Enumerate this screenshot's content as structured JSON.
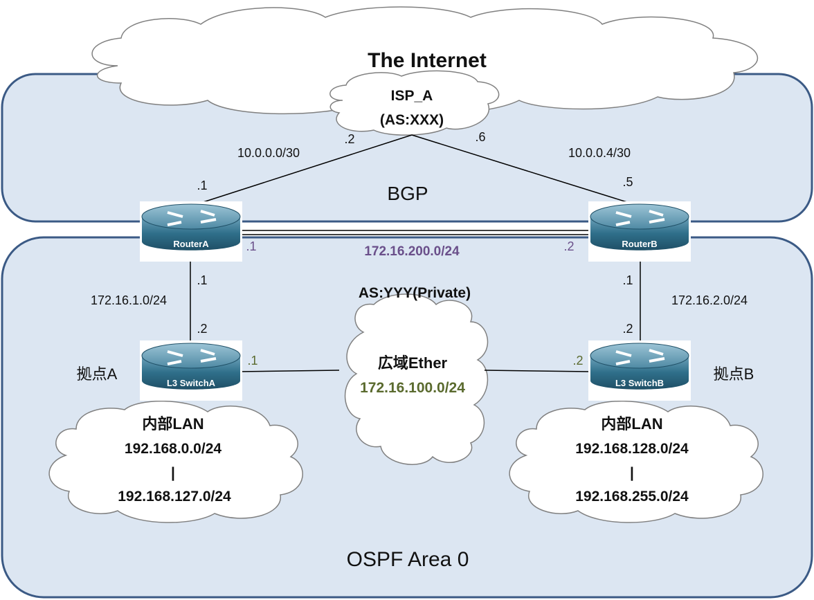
{
  "colors": {
    "region_fill": "#dce6f2",
    "region_stroke": "#3b5a85",
    "wan_backbone_text": "#6a4f8a",
    "ether_text": "#5a6a2e",
    "device_body": "#2f6f8a",
    "cloud_fill": "#ffffff",
    "cloud_stroke": "#808080"
  },
  "regions": {
    "bgp": "BGP",
    "ospf": "OSPF Area 0"
  },
  "clouds": {
    "internet": {
      "title": "The Internet",
      "icon": "cloud-icon"
    },
    "isp": {
      "line1": "ISP_A",
      "line2": "(AS:XXX)",
      "icon": "cloud-icon"
    },
    "wan": {
      "as_label": "AS:YYY(Private)",
      "title": "広域Ether",
      "subnet": "172.16.100.0/24",
      "icon": "cloud-icon"
    },
    "lan_a": {
      "title": "内部LAN",
      "line1": "192.168.0.0/24",
      "sep": "|",
      "line2": "192.168.127.0/24",
      "icon": "cloud-icon"
    },
    "lan_b": {
      "title": "内部LAN",
      "line1": "192.168.128.0/24",
      "sep": "|",
      "line2": "192.168.255.0/24",
      "icon": "cloud-icon"
    }
  },
  "devices": {
    "router_a": {
      "name": "RouterA",
      "icon": "router-icon"
    },
    "router_b": {
      "name": "RouterB",
      "icon": "router-icon"
    },
    "switch_a": {
      "name": "L3 SwitchA",
      "icon": "l3-switch-icon"
    },
    "switch_b": {
      "name": "L3 SwitchB",
      "icon": "l3-switch-icon"
    }
  },
  "sites": {
    "site_a": "拠点A",
    "site_b": "拠点B"
  },
  "links": {
    "isp_router_a": {
      "subnet": "10.0.0.0/30",
      "isp_end": ".2",
      "router_end": ".1"
    },
    "isp_router_b": {
      "subnet": "10.0.0.4/30",
      "isp_end": ".6",
      "router_end": ".5"
    },
    "router_backbone": {
      "subnet": "172.16.200.0/24",
      "a_end": ".1",
      "b_end": ".2"
    },
    "router_a_switch_a": {
      "subnet": "172.16.1.0/24",
      "router_end": ".1",
      "switch_end": ".2"
    },
    "router_b_switch_b": {
      "subnet": "172.16.2.0/24",
      "router_end": ".1",
      "switch_end": ".2"
    },
    "switch_a_wan": {
      "switch_end": ".1"
    },
    "switch_b_wan": {
      "switch_end": ".2"
    }
  }
}
